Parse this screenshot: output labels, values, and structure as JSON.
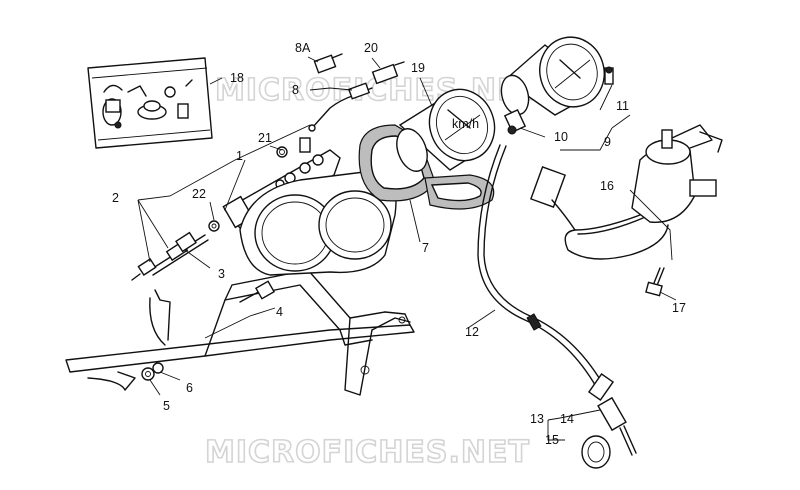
{
  "watermark": "MICROFICHES.NET",
  "callouts": {
    "c1": "1",
    "c2": "2",
    "c3": "3",
    "c4": "4",
    "c5": "5",
    "c6": "6",
    "c7": "7",
    "c8": "8",
    "c8a": "8A",
    "c9": "9",
    "c10": "10",
    "c11": "11",
    "c12": "12",
    "c13": "13",
    "c14": "14",
    "c15": "15",
    "c16": "16",
    "c17": "17",
    "c18": "18",
    "c19": "19",
    "c20": "20",
    "c21": "21",
    "c22": "22"
  }
}
